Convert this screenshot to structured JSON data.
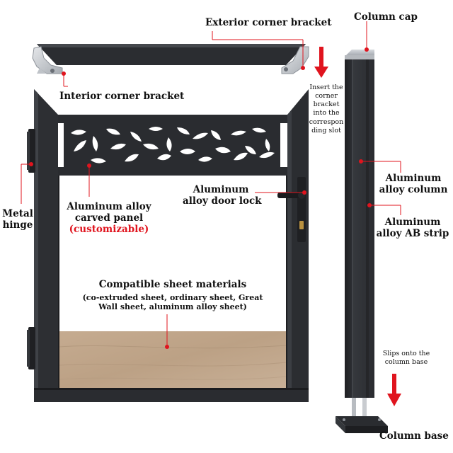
{
  "labels": {
    "exterior_corner_bracket": "Exterior corner bracket",
    "interior_corner_bracket": "Interior corner bracket",
    "column_cap": "Column cap",
    "insert_note": "Insert the corner bracket into the correspon ding slot",
    "insert_note_lines": [
      "Insert the",
      "corner",
      "bracket",
      "into the",
      "correspon",
      "ding slot"
    ],
    "aluminum_alloy_column": "Aluminum alloy column",
    "aluminum_alloy_column_lines": [
      "Aluminum",
      "alloy column"
    ],
    "aluminum_alloy_ab_strip": "Aluminum alloy AB strip",
    "aluminum_alloy_ab_strip_lines": [
      "Aluminum",
      "alloy AB strip"
    ],
    "aluminum_alloy_door_lock": "Aluminum alloy door lock",
    "aluminum_alloy_door_lock_lines": [
      "Aluminum",
      "alloy door lock"
    ],
    "metal_hinge": "Metal hinge",
    "metal_hinge_lines": [
      "Metal",
      "hinge"
    ],
    "carved_panel": "Aluminum alloy carved panel",
    "carved_panel_lines": [
      "Aluminum alloy",
      "carved panel"
    ],
    "customizable": "(customizable)",
    "compatible_sheet_title": "Compatible sheet materials",
    "compatible_sheet_detail": "(co-extruded sheet, ordinary sheet, Great Wall sheet, aluminum alloy sheet)",
    "compatible_sheet_detail_lines": [
      "(co-extruded sheet, ordinary sheet, Great",
      "Wall sheet, aluminum alloy sheet)"
    ],
    "slips_note": "Slips onto the column base",
    "slips_note_lines": [
      "Slips onto the",
      "column base"
    ],
    "column_base": "Column base"
  },
  "colors": {
    "frame": "#2d2f33",
    "frame_dark": "#1c1d20",
    "frame_light": "#45484d",
    "wood": "#bfa58b",
    "accent_red": "#e0141e",
    "text": "#111111"
  }
}
